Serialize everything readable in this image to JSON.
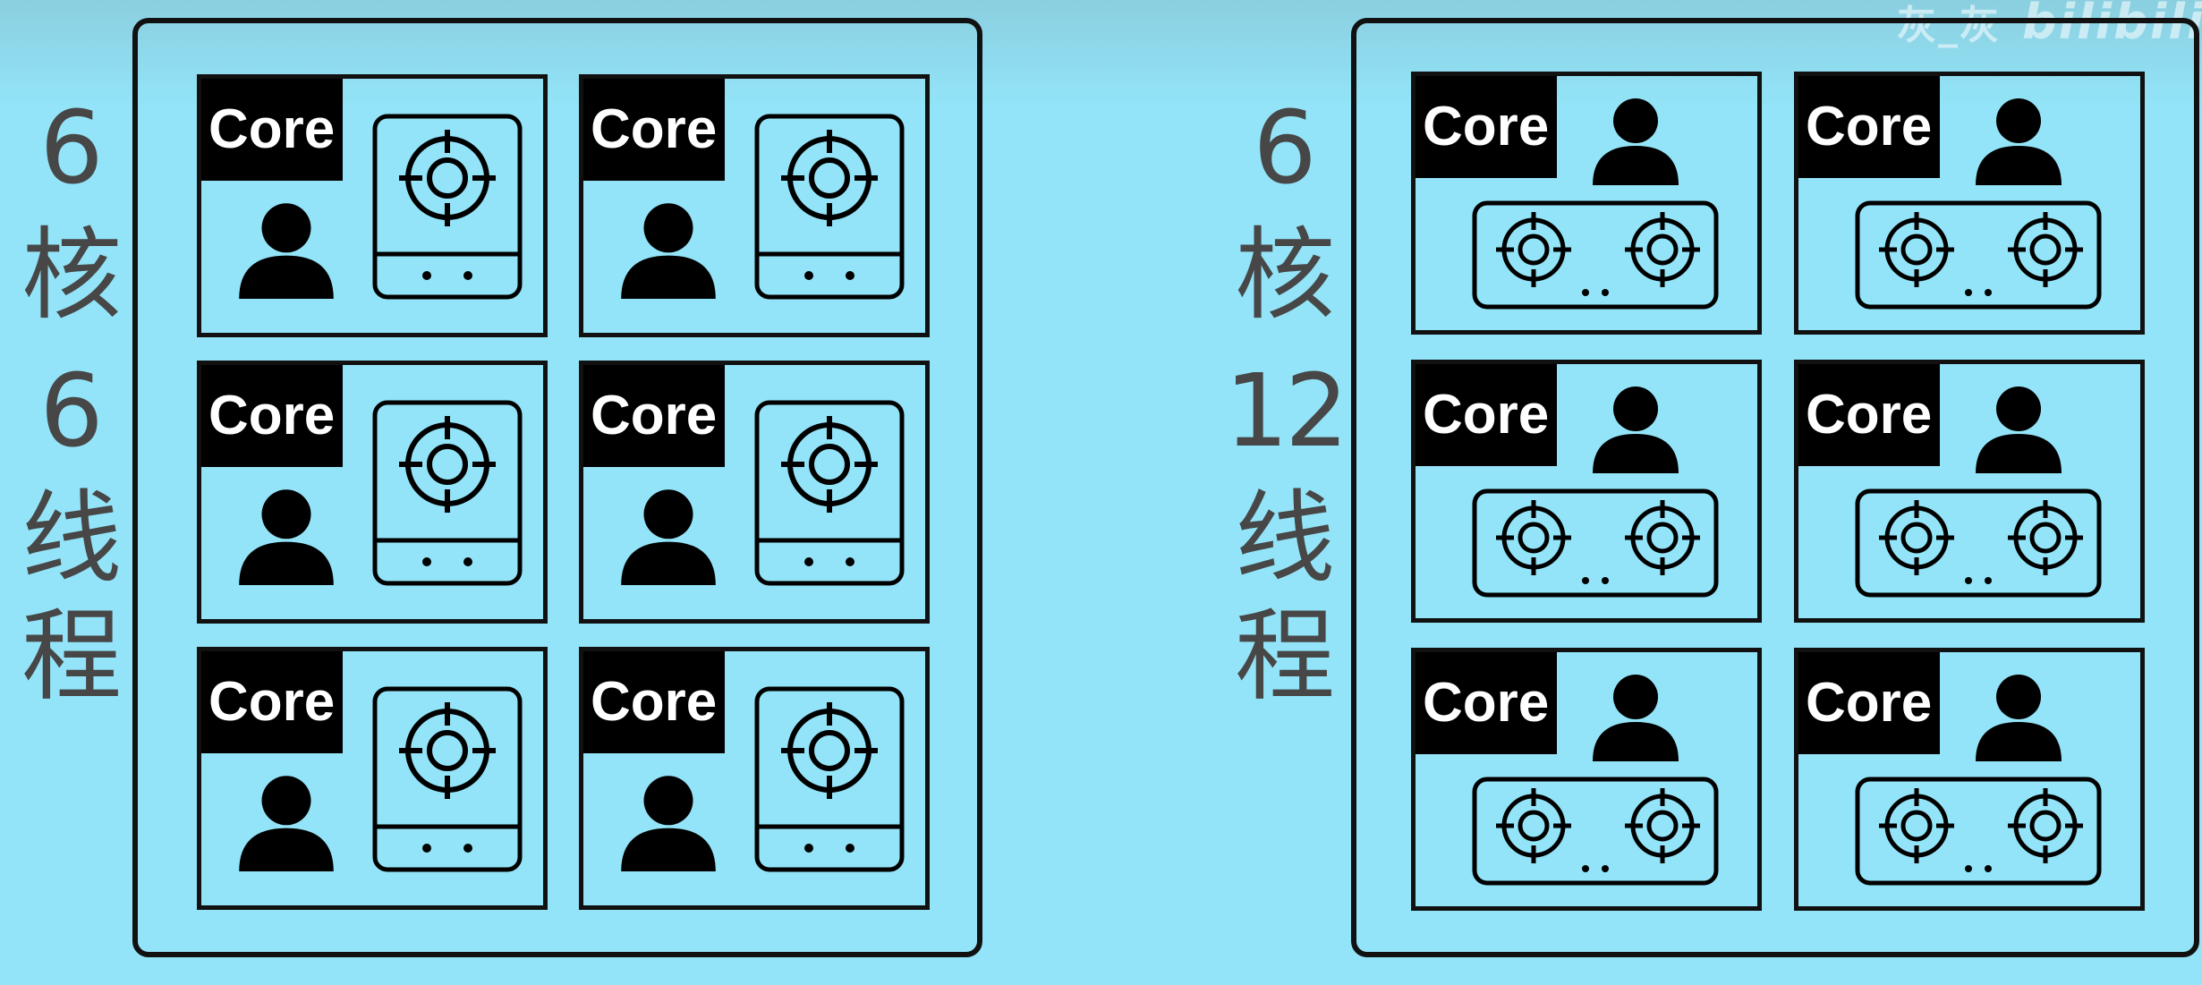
{
  "left_label": [
    "6",
    "核",
    "6",
    "线",
    "程"
  ],
  "right_label": [
    "6",
    "核",
    "12",
    "线",
    "程"
  ],
  "core_label": "Core",
  "watermark": {
    "author": "灰_灰",
    "brand": "bilibili"
  },
  "icons": {
    "worker": "person-icon",
    "single_burner": "single-burner-stove-icon",
    "double_burner": "double-burner-stove-icon"
  },
  "colors": {
    "background": "#93e4f8",
    "outline": "#111111",
    "core_tag": "#000000",
    "label_text": "#474747"
  },
  "left_diagram": {
    "core_count": 6,
    "workers_per_core": 1,
    "burners_per_core": 1
  },
  "right_diagram": {
    "core_count": 6,
    "workers_per_core": 1,
    "burners_per_core": 2
  }
}
